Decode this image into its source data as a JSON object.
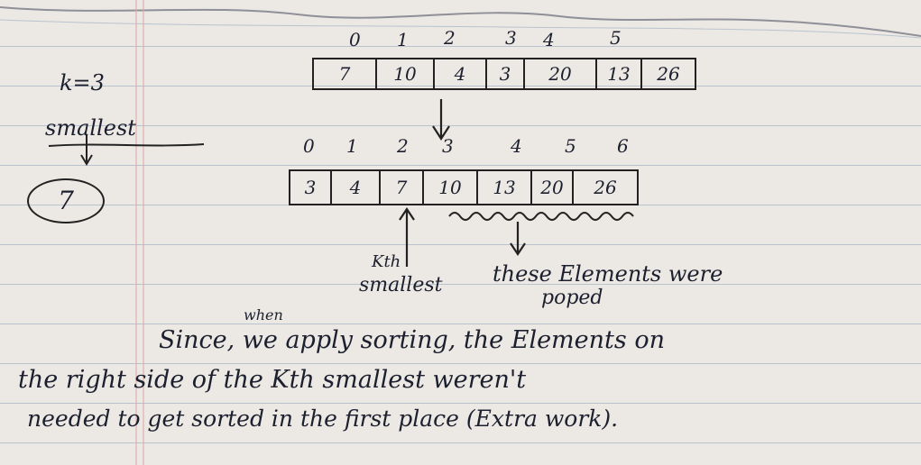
{
  "left": {
    "k_label": "k=3",
    "smallest_label": "smallest",
    "answer": "7"
  },
  "array1": {
    "indices": [
      "0",
      "1",
      "2",
      "3",
      "4",
      "5"
    ],
    "values": [
      "7",
      "10",
      "4",
      "3",
      "20",
      "13",
      "26"
    ]
  },
  "array2": {
    "indices": [
      "0",
      "1",
      "2",
      "3",
      "4",
      "5",
      "6"
    ],
    "values": [
      "3",
      "4",
      "7",
      "10",
      "13",
      "20",
      "26"
    ]
  },
  "annotations": {
    "kth": "Kth",
    "smallest": "smallest",
    "these_elements": "these Elements were",
    "poped": "poped"
  },
  "paragraph": {
    "insert": "when",
    "line1": "Since, we apply sorting, the Elements on",
    "line2": "the right side of the Kth smallest weren't",
    "line3": "needed to get sorted in the first place (Extra work)."
  }
}
